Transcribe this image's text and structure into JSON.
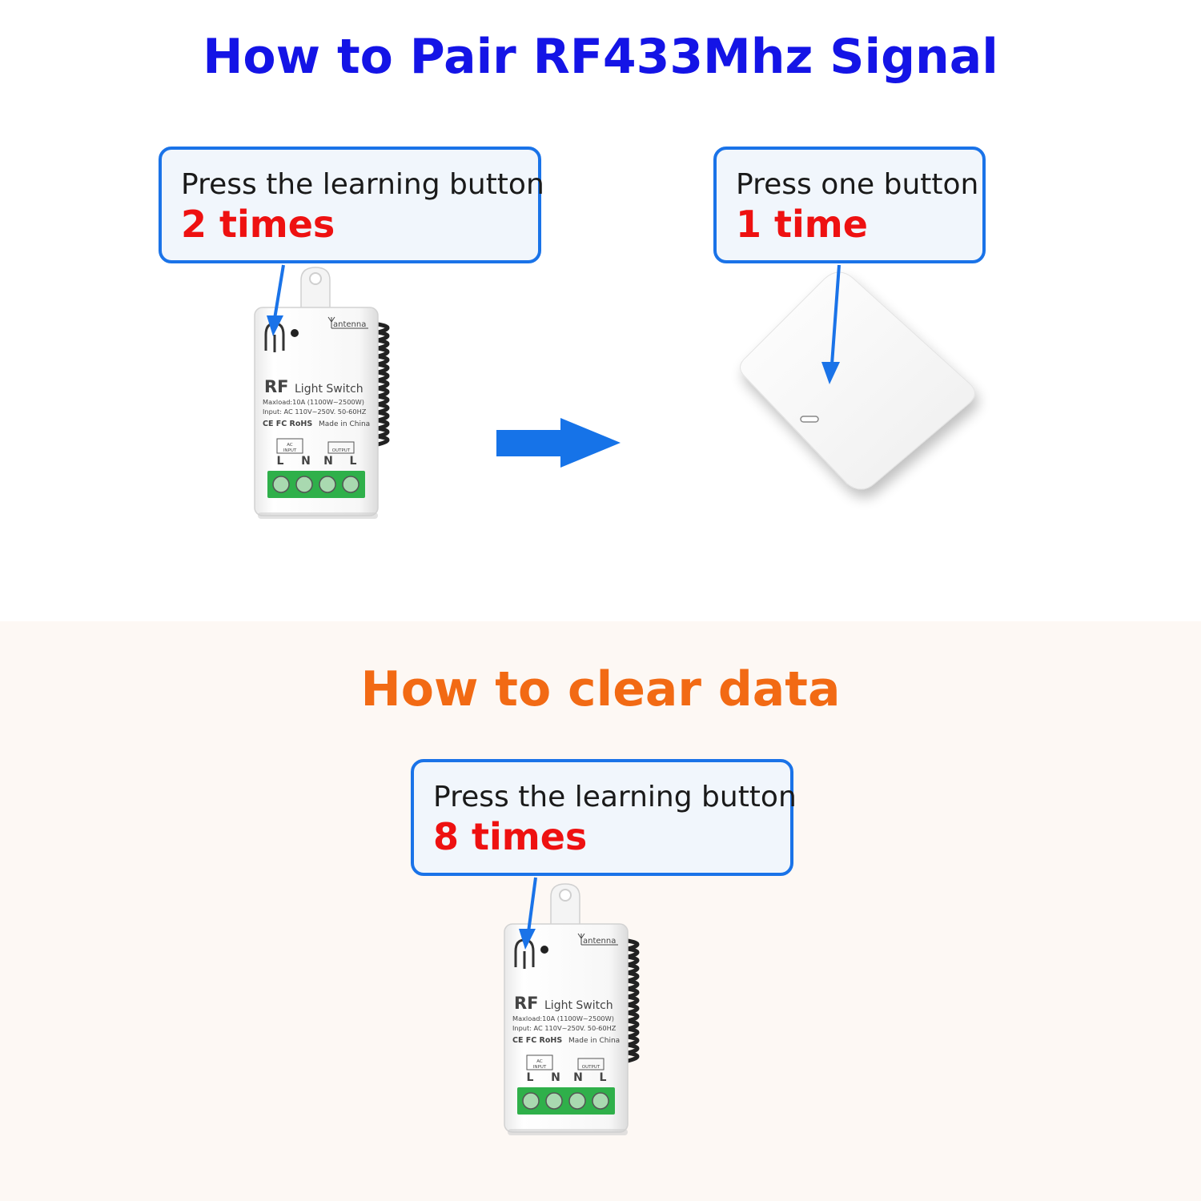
{
  "pair_section": {
    "title": "How to Pair RF433Mhz Signal",
    "step1": {
      "line1": "Press the learning button",
      "line2": "2 times"
    },
    "step2": {
      "line1": "Press one button",
      "line2": "1 time"
    }
  },
  "clear_section": {
    "title": "How to clear data",
    "step1": {
      "line1": "Press the learning button",
      "line2": "8 times"
    }
  },
  "device_label": {
    "antenna": "antenna",
    "brand": "RF",
    "name": "Light Switch",
    "maxload": "Maxload:10A (1100W~2500W)",
    "input": "Input: AC 110V~250V. 50-60HZ",
    "certs": "CE FC RoHS",
    "made_in": "Made in China",
    "input_tag": "INPUT",
    "ac_tag": "AC",
    "output_tag": "OUTPUT",
    "terminals": [
      "L",
      "N",
      "N",
      "L"
    ]
  },
  "colors": {
    "pair_title": "#1414e6",
    "clear_title": "#f26a14",
    "callout_border": "#1a73e8",
    "emphasis": "#ee1111",
    "terminal_green": "#2fb04a"
  }
}
